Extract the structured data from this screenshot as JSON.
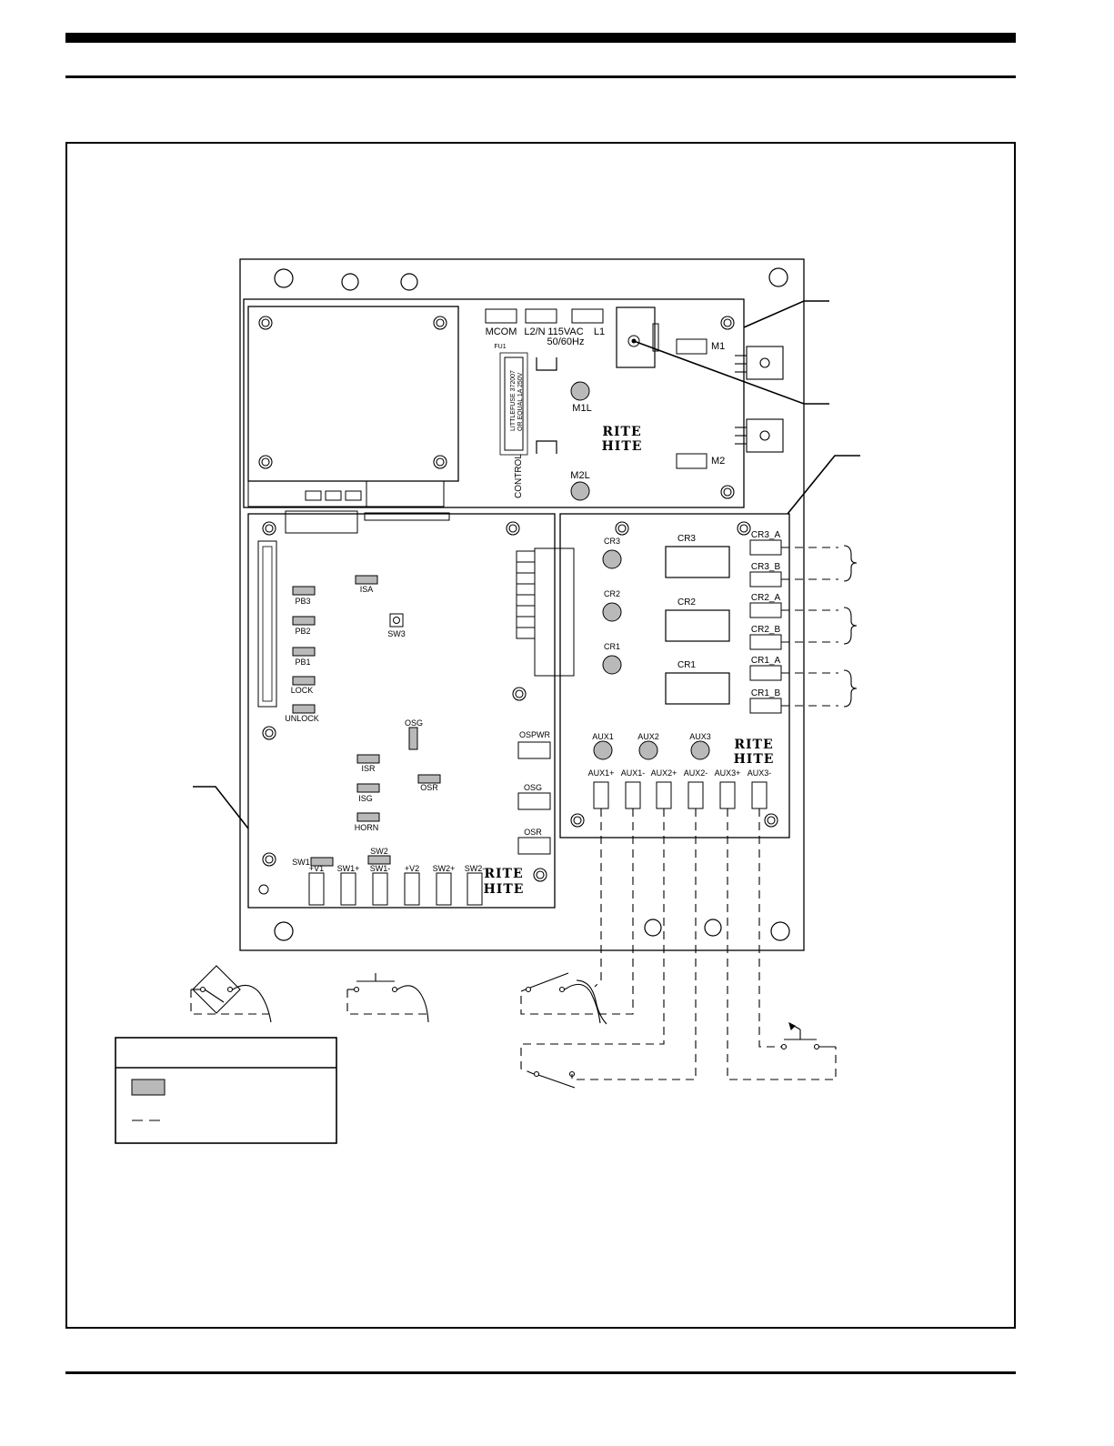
{
  "power_board": {
    "terminals": [
      "MCOM",
      "L2/N",
      "L1"
    ],
    "supply_label": "115VAC",
    "frequency_label": "50/60Hz",
    "fuse_label": "FU1",
    "fuse_text": [
      "LITTLEFUSE 372007",
      "OR EQUAL 1A 250V"
    ],
    "control_label": "CONTROL",
    "motor_terminals": [
      "M1",
      "M2"
    ],
    "leds": [
      "M1L",
      "M2L"
    ]
  },
  "main_board": {
    "indicators": [
      "PB3",
      "PB2",
      "PB1",
      "LOCK",
      "UNLOCK",
      "ISA",
      "SW3",
      "OSG",
      "ISR",
      "OSR",
      "ISG",
      "HORN",
      "SW1",
      "SW2"
    ],
    "connectors": [
      "OSPWR",
      "OSG",
      "OSR"
    ],
    "bottom_terminals": [
      "+V1",
      "SW1+",
      "SW1-",
      "+V2",
      "SW2+",
      "SW2-"
    ]
  },
  "relay_board": {
    "led_labels": [
      "CR3",
      "CR2",
      "CR1"
    ],
    "relays": [
      "CR3",
      "CR2",
      "CR1"
    ],
    "relay_terminals": [
      "CR3_A",
      "CR3_B",
      "CR2_A",
      "CR2_B",
      "CR1_A",
      "CR1_B"
    ],
    "aux_leds": [
      "AUX1",
      "AUX2",
      "AUX3"
    ],
    "aux_terminals": [
      "AUX1+",
      "AUX1-",
      "AUX2+",
      "AUX2-",
      "AUX3+",
      "AUX3-"
    ]
  },
  "logo_text": [
    "RITE",
    "HITE"
  ]
}
